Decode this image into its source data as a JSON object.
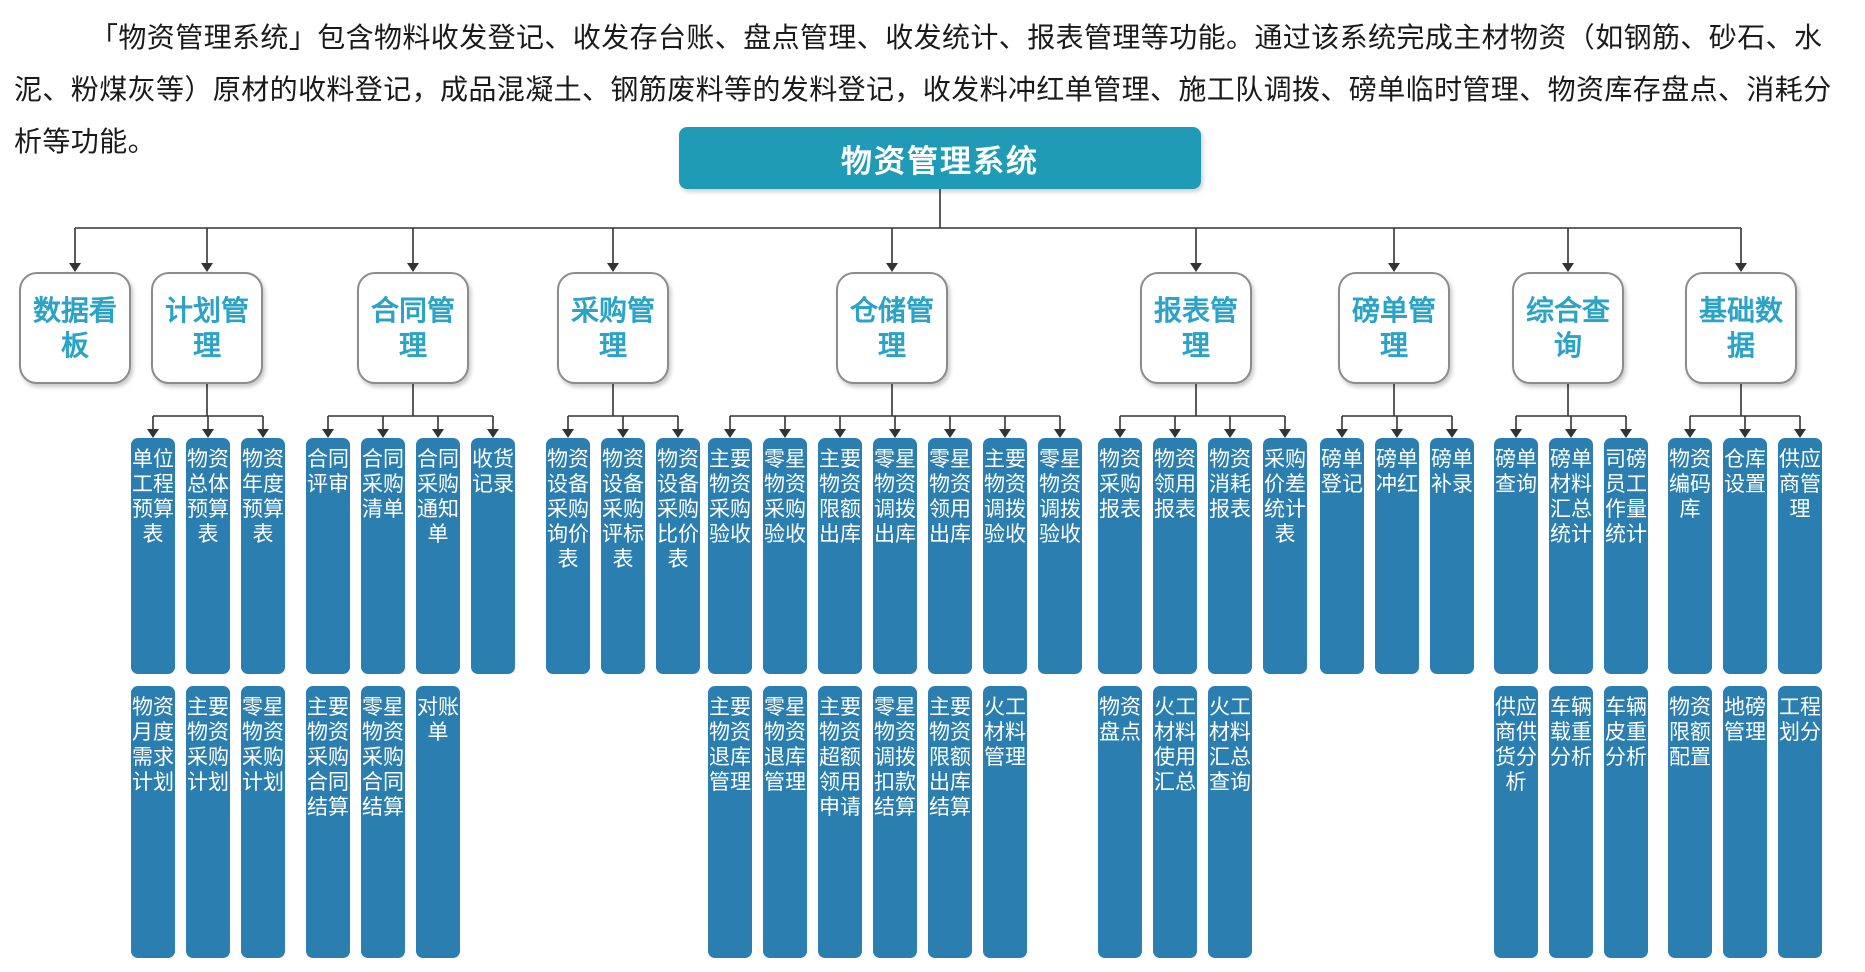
{
  "intro": "「物资管理系统」包含物料收发登记、收发存台账、盘点管理、收发统计、报表管理等功能。通过该系统完成主材物资（如钢筋、砂石、水泥、粉煤灰等）原材的收料登记，成品混凝土、钢筋废料等的发料登记，收发料冲红单管理、施工队调拨、磅单临时管理、物资库存盘点、消耗分析等功能。",
  "title": "物资管理系统",
  "colors": {
    "title_bg": "#1f9bb6",
    "module_text": "#2aa3c6",
    "module_border": "#8c8c8c",
    "leaf_bg": "#2b7fb0",
    "connector": "#333333"
  },
  "modules": [
    {
      "label": "数据看板",
      "top": [],
      "bottom": []
    },
    {
      "label": "计划管理",
      "top": [
        "单位工程预算表",
        "物资总体预算表",
        "物资年度预算表"
      ],
      "bottom": [
        "物资月度需求计划",
        "主要物资采购计划",
        "零星物资采购计划"
      ]
    },
    {
      "label": "合同管理",
      "top": [
        "合同评审",
        "合同采购清单",
        "合同采购通知单",
        "收货记录"
      ],
      "bottom": [
        "主要物资采购合同结算",
        "零星物资采购合同结算",
        "对账单"
      ]
    },
    {
      "label": "采购管理",
      "top": [
        "物资设备采购询价表",
        "物资设备采购评标表",
        "物资设备采购比价表"
      ],
      "bottom": []
    },
    {
      "label": "仓储管理",
      "top": [
        "主要物资采购验收",
        "零星物资采购验收",
        "主要物资限额出库",
        "零星物资调拨出库",
        "零星物资领用出库",
        "主要物资调拨验收",
        "零星物资调拨验收"
      ],
      "bottom": [
        "主要物资退库管理",
        "零星物资退库管理",
        "主要物资超额领用申请",
        "零星物资调拨扣款结算",
        "主要物资限额出库结算",
        "火工材料管理"
      ]
    },
    {
      "label": "报表管理",
      "top": [
        "物资采购报表",
        "物资领用报表",
        "物资消耗报表",
        "采购价差统计表"
      ],
      "bottom": [
        "物资盘点",
        "火工材料使用汇总",
        "火工材料汇总查询"
      ]
    },
    {
      "label": "磅单管理",
      "top": [
        "磅单登记",
        "磅单冲红",
        "磅单补录"
      ],
      "bottom": []
    },
    {
      "label": "综合查询",
      "top": [
        "磅单查询",
        "磅单材料汇总统计",
        "司磅员工作量统计"
      ],
      "bottom": [
        "供应商供货分析",
        "车辆载重分析",
        "车辆皮重分析"
      ]
    },
    {
      "label": "基础数据",
      "top": [
        "物资编码库",
        "仓库设置",
        "供应商管理"
      ],
      "bottom": [
        "物资限额配置",
        "地磅管理",
        "工程划分"
      ]
    }
  ]
}
